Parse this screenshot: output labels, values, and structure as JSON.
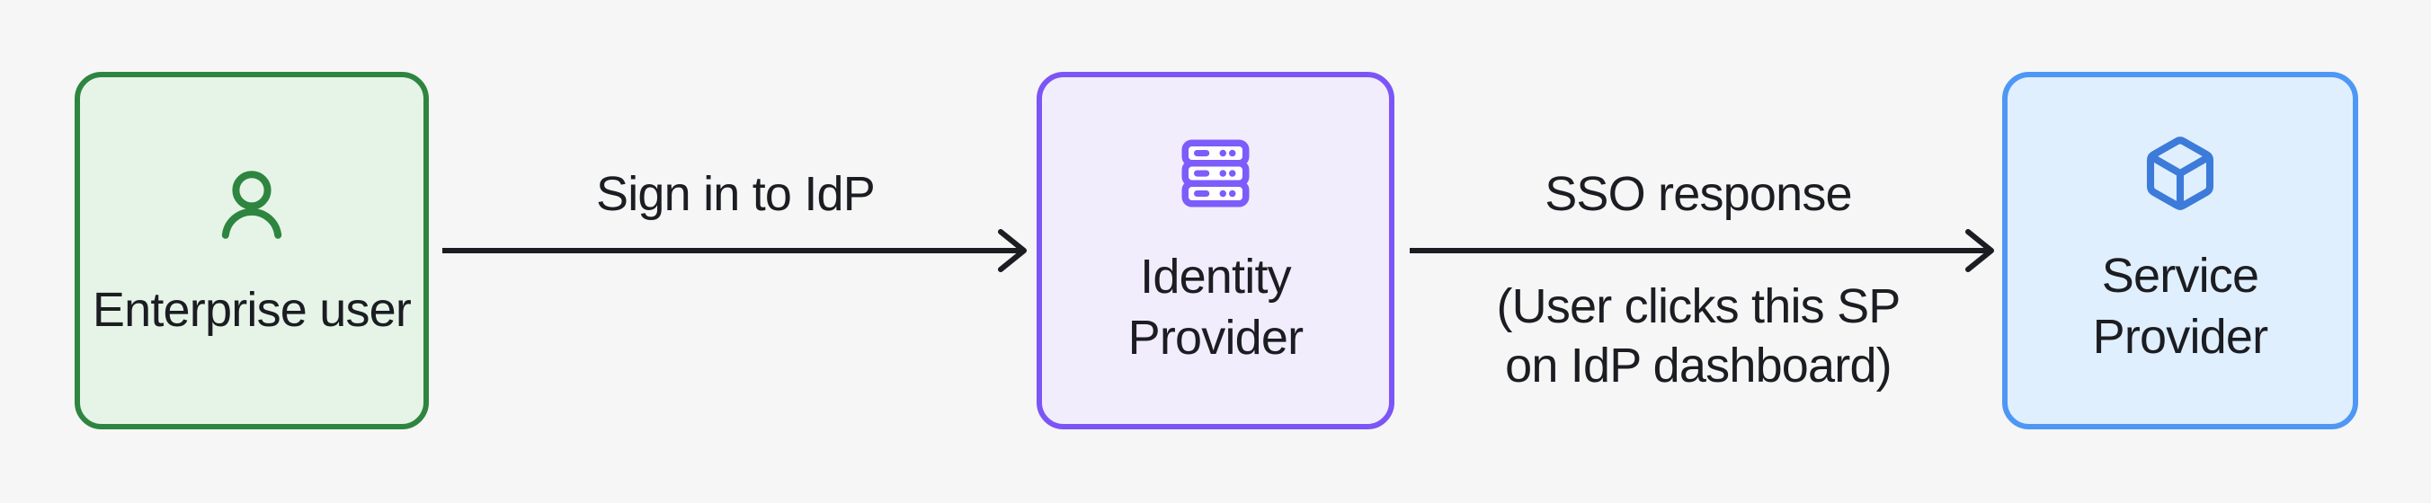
{
  "diagram": {
    "background_color": "#f5f6f5",
    "text_color": "#1b1d22",
    "arrow_color": "#1b1d22",
    "nodes": [
      {
        "id": "enterprise-user",
        "label": "Enterprise user",
        "icon": "user-icon",
        "border_color": "#2e8540",
        "fill_color": "#e6f4e7",
        "icon_color": "#2e8540"
      },
      {
        "id": "identity-provider",
        "label": "Identity Provider",
        "icon": "server-stack-icon",
        "border_color": "#7c55f6",
        "fill_color": "#f2edfc",
        "icon_color": "#7c5cfa"
      },
      {
        "id": "service-provider",
        "label": "Service Provider",
        "icon": "cube-icon",
        "border_color": "#4e97f5",
        "fill_color": "#e0effd",
        "icon_color": "#3c7bd9"
      }
    ],
    "edges": [
      {
        "from": "enterprise-user",
        "to": "identity-provider",
        "label": "Sign in to IdP"
      },
      {
        "from": "identity-provider",
        "to": "service-provider",
        "label": "SSO response",
        "sublabel_lines": [
          "(User clicks this SP",
          "on IdP dashboard)"
        ]
      }
    ]
  }
}
